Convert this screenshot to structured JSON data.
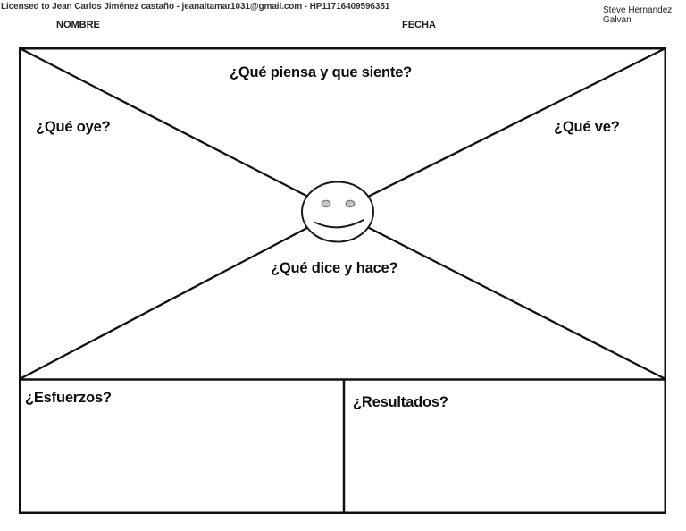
{
  "header": {
    "license_text": "Licensed to Jean Carlos Jiménez castaño - jeanaltamar1031@gmail.com - HP11716409596351",
    "nombre_label": "NOMBRE",
    "fecha_label": "FECHA",
    "author_line1": "Steve Hernandez",
    "author_line2": "Galvan"
  },
  "empathy_map": {
    "think_feel_label": "¿Qué piensa y que siente?",
    "hear_label": "¿Qué oye?",
    "see_label": "¿Qué ve?",
    "say_do_label": "¿Qué dice y hace?",
    "efforts_label": "¿Esfuerzos?",
    "results_label": "¿Resultados?"
  },
  "colors": {
    "line": "#111111",
    "background": "#ffffff",
    "eye_fill": "#c4c4c4",
    "eye_stroke": "#7a7a7a"
  }
}
